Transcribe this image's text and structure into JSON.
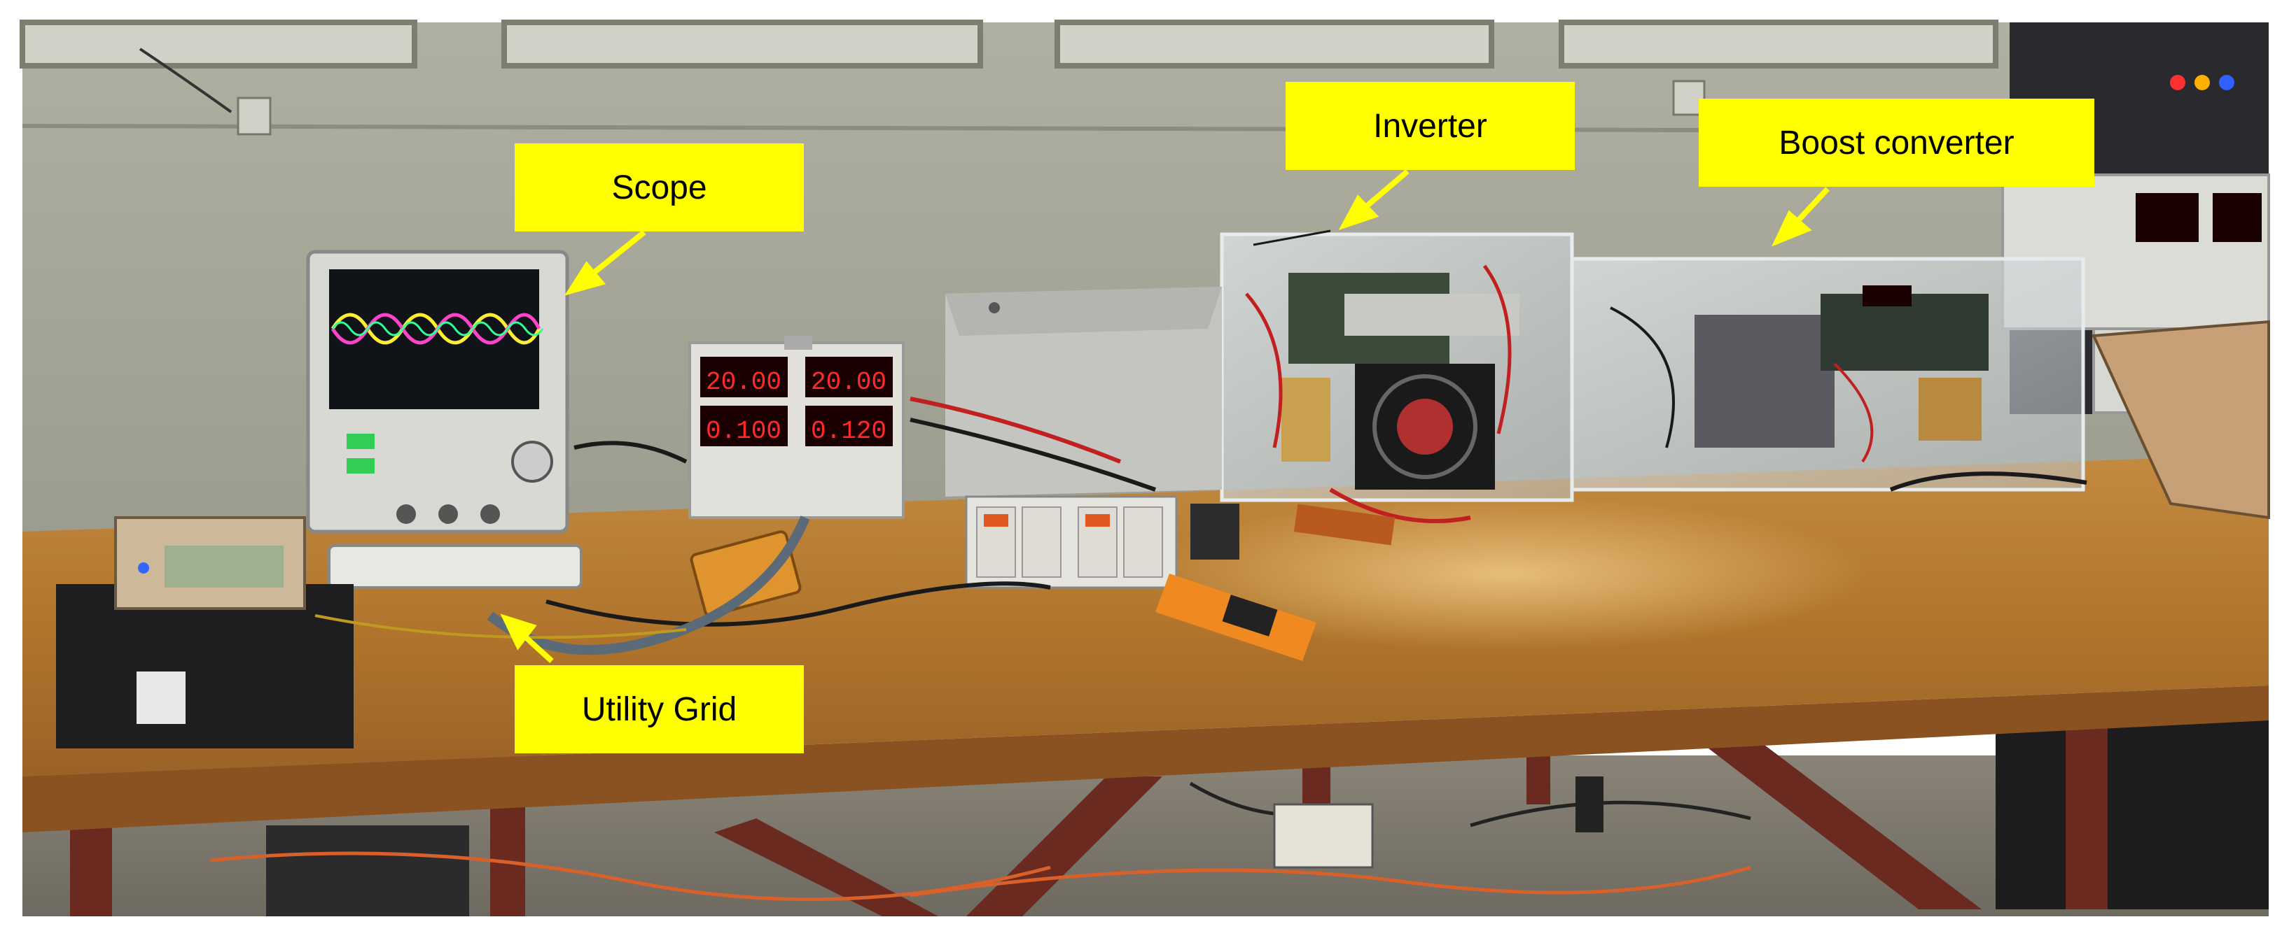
{
  "labels": {
    "scope": "Scope",
    "inverter": "Inverter",
    "boost_converter": "Boost converter",
    "utility_grid": "Utility Grid"
  },
  "colors": {
    "label_bg": "#ffff00",
    "arrow": "#ffff00",
    "table_top": "#b8782e",
    "wall": "#a8a898"
  },
  "instrument_readouts": [
    "20.00",
    "0.100",
    "20.00",
    "0.120"
  ]
}
